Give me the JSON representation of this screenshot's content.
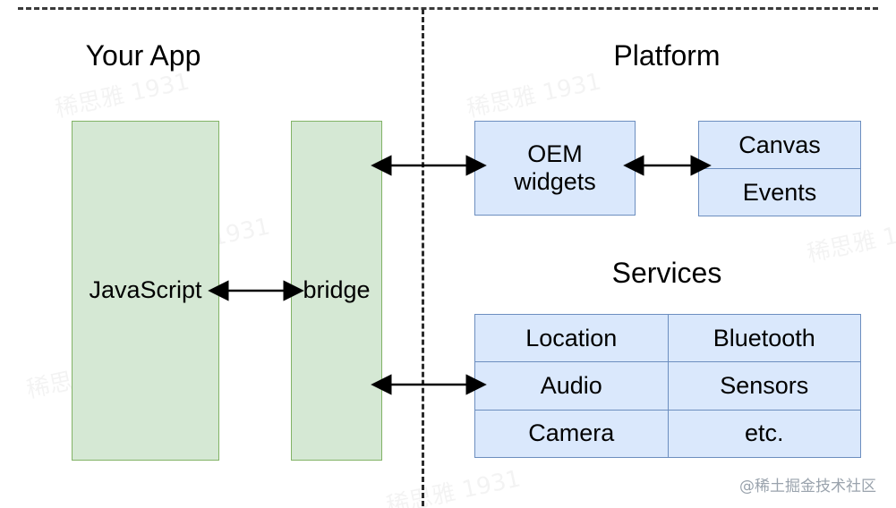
{
  "diagram": {
    "title_left": "Your App",
    "title_right": "Platform",
    "title_services": "Services",
    "colors": {
      "app_fill": "#d5e8d4",
      "app_stroke": "#82b366",
      "platform_fill": "#dae8fc",
      "platform_stroke": "#6c8ebf",
      "divider": "#2b2b2b",
      "arrow": "#000000",
      "watermark": "#9aa3ad"
    },
    "app_boxes": [
      {
        "label": "JavaScript"
      },
      {
        "label": "bridge"
      }
    ],
    "platform_boxes": [
      {
        "label": "OEM\nwidgets",
        "line1": "OEM",
        "line2": "widgets"
      }
    ],
    "canvas_events": [
      {
        "label": "Canvas"
      },
      {
        "label": "Events"
      }
    ],
    "services_rows": [
      {
        "cells": [
          "Location",
          "Bluetooth"
        ]
      },
      {
        "cells": [
          "Audio",
          "Sensors"
        ]
      },
      {
        "cells": [
          "Camera",
          "etc."
        ]
      }
    ],
    "connectors": [
      {
        "name": "javascript-to-bridge",
        "kind": "double-arrow"
      },
      {
        "name": "bridge-to-oem-widgets",
        "kind": "double-arrow"
      },
      {
        "name": "oem-widgets-to-canvas-events",
        "kind": "double-arrow"
      },
      {
        "name": "bridge-to-services",
        "kind": "double-arrow"
      }
    ],
    "watermark_credit": "@稀土掘金技术社区",
    "watermark_faint": "稀思雅 1931"
  }
}
